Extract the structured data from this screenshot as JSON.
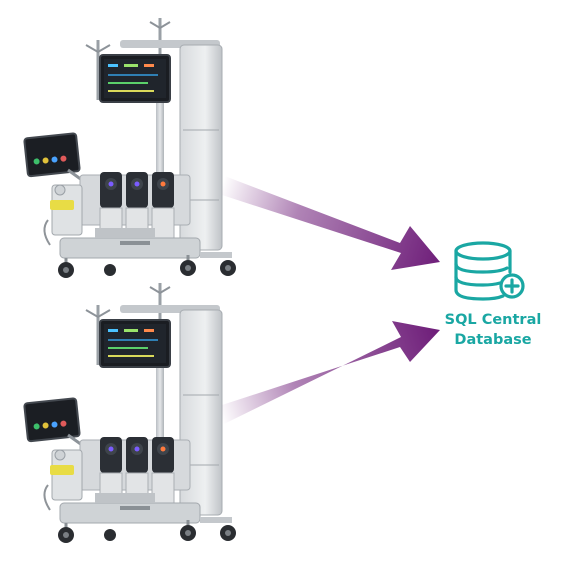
{
  "database": {
    "label_line1": "SQL Central",
    "label_line2": "Database",
    "icon": "database-plus-icon"
  },
  "machines": [
    {
      "name": "perfusion-system-top",
      "icon": "medical-cart-icon"
    },
    {
      "name": "perfusion-system-bottom",
      "icon": "medical-cart-icon"
    }
  ],
  "colors": {
    "accent": "#1aa7a3",
    "arrow": "#6f1f7a",
    "metal": "#c9cdd1",
    "screen": "#1a1d22"
  }
}
